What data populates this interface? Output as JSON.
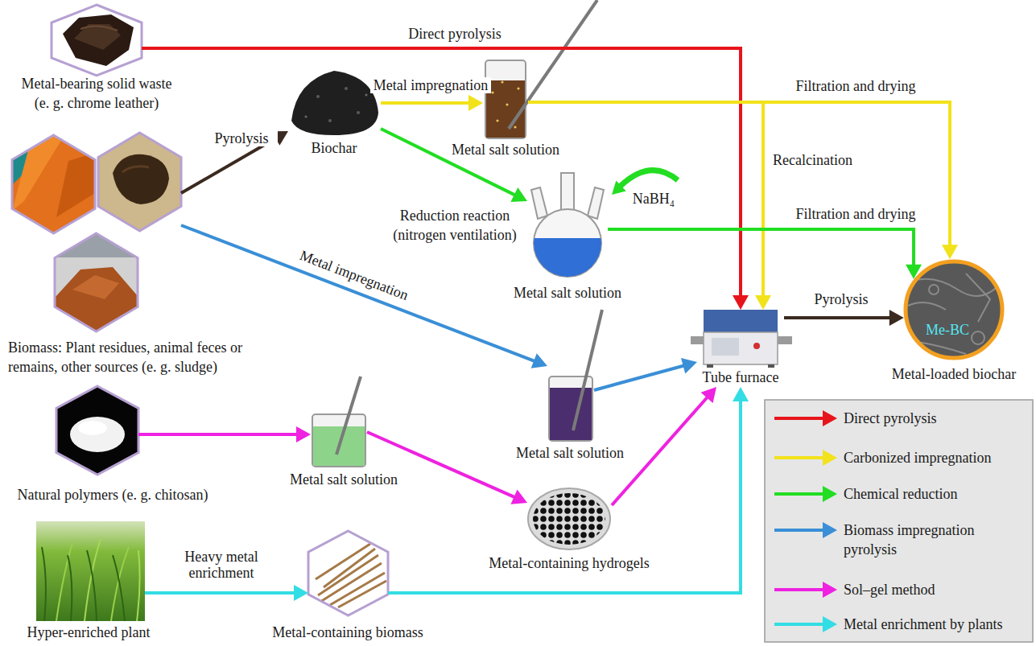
{
  "diagram": {
    "nodes": [
      {
        "text": [
          "Metal-bearing solid waste (e. g. chrome leather)"
        ]
      },
      {
        "text": [
          "Biochar"
        ]
      },
      {
        "text": [
          "Metal salt solution"
        ]
      },
      {
        "text": [
          "Metal salt solution"
        ]
      },
      {
        "text": [
          "Biomass: Plant residues, animal feces or remains, other sources (e. g. sludge)"
        ]
      },
      {
        "text": [
          "Tube furnace"
        ]
      },
      {
        "text": [
          "Me-BC",
          "Metal-loaded biochar"
        ]
      },
      {
        "text": [
          "Metal salt solution"
        ]
      },
      {
        "text": [
          "Natural polymers (e. g. chitosan)"
        ]
      },
      {
        "text": [
          "Metal salt solution"
        ]
      },
      {
        "text": [
          "Metal-containing hydrogels"
        ]
      },
      {
        "text": [
          "Hyper-enriched plant"
        ]
      },
      {
        "text": [
          "Metal-containing biomass"
        ]
      }
    ],
    "edges": [
      {
        "from": 0,
        "to": 5,
        "label": "Direct pyrolysis",
        "arrow": "to"
      },
      {
        "from": 4,
        "to": 1,
        "label": "Pyrolysis",
        "arrow": "to"
      },
      {
        "from": 1,
        "to": 2,
        "label": "Metal impregnation",
        "arrow": "to"
      },
      {
        "from": 2,
        "to": 6,
        "label": "Filtration and drying",
        "arrow": "to"
      },
      {
        "from": 2,
        "to": 5,
        "label": "Recalcination",
        "arrow": "to"
      },
      {
        "from": 1,
        "to": 3,
        "arrow": "to"
      },
      {
        "from": 3,
        "to": 6,
        "label": "Filtration and drying",
        "arrow": "to"
      },
      {
        "from": 4,
        "to": 7,
        "label": "Metal impregnation",
        "arrow": "to"
      },
      {
        "from": 7,
        "to": 5,
        "arrow": "to"
      },
      {
        "from": 8,
        "to": 9,
        "arrow": "to"
      },
      {
        "from": 9,
        "to": 10,
        "arrow": "to"
      },
      {
        "from": 10,
        "to": 5,
        "arrow": "to"
      },
      {
        "from": 11,
        "to": 12,
        "label": "Heavy metal enrichment",
        "arrow": "to"
      },
      {
        "from": 12,
        "to": 5,
        "arrow": "to"
      },
      {
        "from": 5,
        "to": 6,
        "label": "Pyrolysis",
        "arrow": "to"
      }
    ],
    "labels": [
      "Reduction reaction (nitrogen ventilation)",
      "NaBH₄"
    ],
    "legend": [
      {
        "text": "Direct pyrolysis"
      },
      {
        "text": "Carbonized impregnation"
      },
      {
        "text": "Chemical reduction"
      },
      {
        "text": "Biomass impregnation pyrolysis"
      },
      {
        "text": "Sol–gel method"
      },
      {
        "text": "Metal enrichment by plants"
      }
    ]
  }
}
